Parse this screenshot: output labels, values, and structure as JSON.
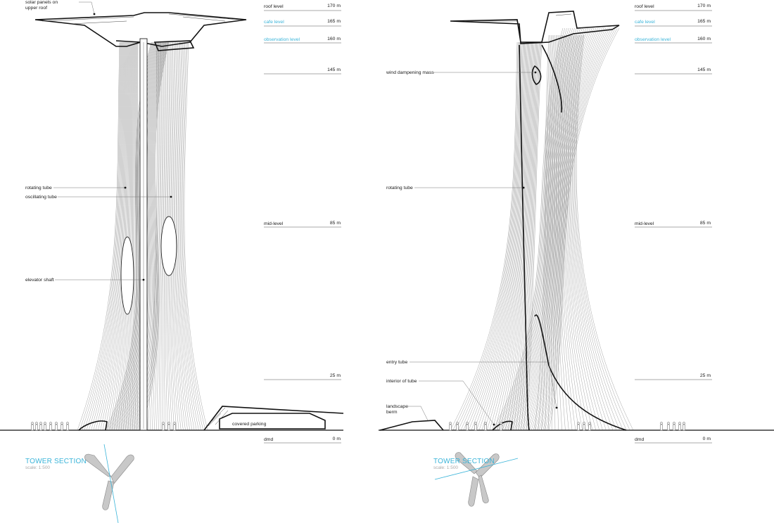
{
  "colors": {
    "highlight": "#3ab4d9",
    "ink": "#1a1a1a",
    "hatch": "#555555",
    "section_fill": "#c8c8c8",
    "muted": "#aaaaaa"
  },
  "left_panel": {
    "callouts": {
      "solar_panels_line1": "solar panels on",
      "solar_panels_line2": "upper roof",
      "rotating_tube": "rotating tube",
      "oscillating_tube": "oscillating tube",
      "elevator_shaft": "elevator shaft",
      "covered_parking": "covered parking"
    },
    "levels": [
      {
        "name": "roof level",
        "value": "170 m",
        "highlight": false
      },
      {
        "name": "cafe level",
        "value": "165 m",
        "highlight": true
      },
      {
        "name": "observation level",
        "value": "160 m",
        "highlight": true
      },
      {
        "name": "",
        "value": "145 m",
        "highlight": false
      },
      {
        "name": "mid-level",
        "value": "85 m",
        "highlight": false
      },
      {
        "name": "",
        "value": "25 m",
        "highlight": false
      },
      {
        "name": "dmd",
        "value": "0 m",
        "highlight": false
      }
    ],
    "section_title": "TOWER SECTION",
    "section_scale": "scale: 1:500"
  },
  "right_panel": {
    "callouts": {
      "wind_dampening_mass": "wind dampening mass",
      "rotating_tube": "rotating tube",
      "entry_tube": "entry tube",
      "interior_of_tube": "interior of tube",
      "landscape_berm_line1": "landscape",
      "landscape_berm_line2": "berm"
    },
    "levels": [
      {
        "name": "roof level",
        "value": "170 m",
        "highlight": false
      },
      {
        "name": "cafe level",
        "value": "165 m",
        "highlight": true
      },
      {
        "name": "observation level",
        "value": "160 m",
        "highlight": true
      },
      {
        "name": "",
        "value": "145 m",
        "highlight": false
      },
      {
        "name": "mid-level",
        "value": "85 m",
        "highlight": false
      },
      {
        "name": "",
        "value": "25 m",
        "highlight": false
      },
      {
        "name": "dmd",
        "value": "0 m",
        "highlight": false
      }
    ],
    "section_title": "TOWER SECTION",
    "section_scale": "scale: 1:500"
  }
}
